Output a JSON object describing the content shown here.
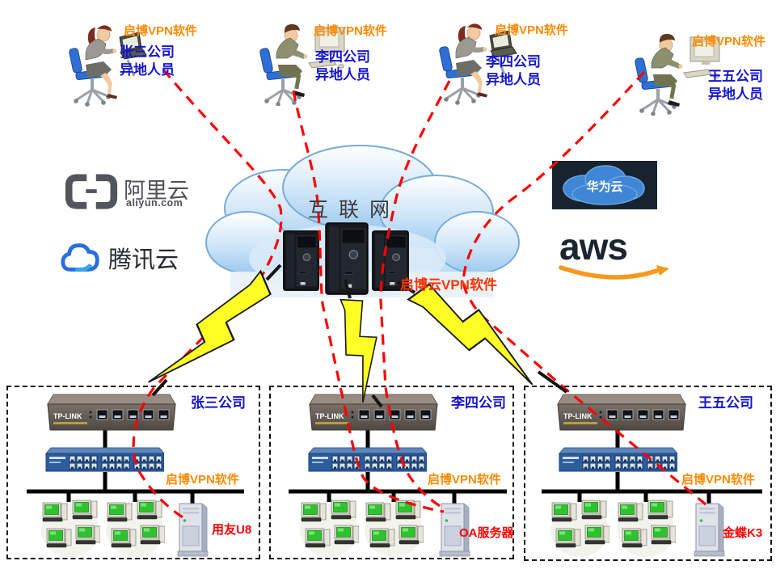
{
  "internet": {
    "label": "互联网",
    "vpn_label": "启博云VPN软件"
  },
  "remote_users": [
    {
      "software_label": "启博VPN软件",
      "company_line1": "张三公司",
      "company_line2": "异地人员"
    },
    {
      "software_label": "启博VPN软件",
      "company_line1": "李四公司",
      "company_line2": "异地人员"
    },
    {
      "software_label": "启博VPN软件",
      "company_line1": "李四公司",
      "company_line2": "异地人员"
    },
    {
      "software_label": "启博VPN软件",
      "company_line1": "王五公司",
      "company_line2": "异地人员"
    }
  ],
  "providers": {
    "aliyun": {
      "name": "阿里云",
      "domain": "aliyun.com"
    },
    "tencent": {
      "name": "腾讯云"
    },
    "huawei": {
      "name": "华为云"
    },
    "aws": {
      "name": "aws"
    }
  },
  "companies": [
    {
      "name": "张三公司",
      "vpn_label": "启博VPN软件",
      "server_label": "用友U8",
      "router_brand": "TP-LINK"
    },
    {
      "name": "李四公司",
      "vpn_label": "启博VPN软件",
      "server_label": "OA服务器",
      "router_brand": "TP-LINK"
    },
    {
      "name": "王五公司",
      "vpn_label": "启博VPN软件",
      "server_label": "金蝶K3",
      "router_brand": "TP-LINK"
    }
  ],
  "colors": {
    "vpn_line": "#ff0000",
    "orange_label": "#ff8a00",
    "blue_label": "#1414cf",
    "red_label": "#ff0000",
    "lightning": "#ffff26"
  }
}
